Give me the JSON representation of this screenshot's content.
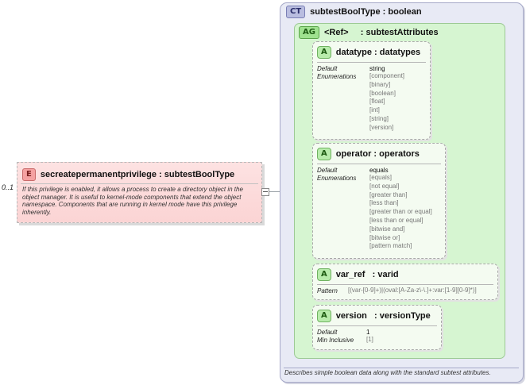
{
  "element": {
    "badge": "E",
    "occurrence": "0..1",
    "name": "secreatepermanentprivilege",
    "type": "subtestBoolType",
    "description": "If this privilege is enabled, it allows a process to create a directory object in the object manager. It is useful to kernel-mode components that extend the object namespace. Components that are running in kernel mode have this privilege inherently."
  },
  "complex_type": {
    "badge": "CT",
    "name": "subtestBoolType",
    "base": "boolean",
    "description": "Describes simple boolean data along with the standard subtest attributes."
  },
  "attribute_group": {
    "badge": "AG",
    "name": "<Ref>",
    "ref": "subtestAttributes"
  },
  "attributes": {
    "datatype": {
      "badge": "A",
      "name": "datatype",
      "type": "datatypes",
      "default_label": "Default",
      "default_value": "string",
      "enum_label": "Enumerations",
      "enumerations": [
        "[component]",
        "[binary]",
        "[boolean]",
        "[float]",
        "[int]",
        "[string]",
        "[version]"
      ]
    },
    "operator": {
      "badge": "A",
      "name": "operator",
      "type": "operators",
      "default_label": "Default",
      "default_value": "equals",
      "enum_label": "Enumerations",
      "enumerations": [
        "[equals]",
        "[not equal]",
        "[greater than]",
        "[less than]",
        "[greater than or equal]",
        "[less than or equal]",
        "[bitwise and]",
        "[bitwise or]",
        "[pattern match]"
      ]
    },
    "var_ref": {
      "badge": "A",
      "name": "var_ref",
      "type": "varid",
      "pattern_label": "Pattern",
      "pattern_value": "[(var-[0-9]+)|(oval:[A-Za-z\\-\\.]+:var:[1-9][0-9]*)]"
    },
    "version": {
      "badge": "A",
      "name": "version",
      "type": "versionType",
      "default_label": "Default",
      "default_value": "1",
      "min_label": "Min Inclusive",
      "min_value": "[1]"
    }
  },
  "colors": {
    "element_fill": "#fbd4d4",
    "complex_type_fill": "#e8eaf5",
    "attribute_group_fill": "#d6f5d1",
    "attribute_fill": "#f4fbf1"
  }
}
